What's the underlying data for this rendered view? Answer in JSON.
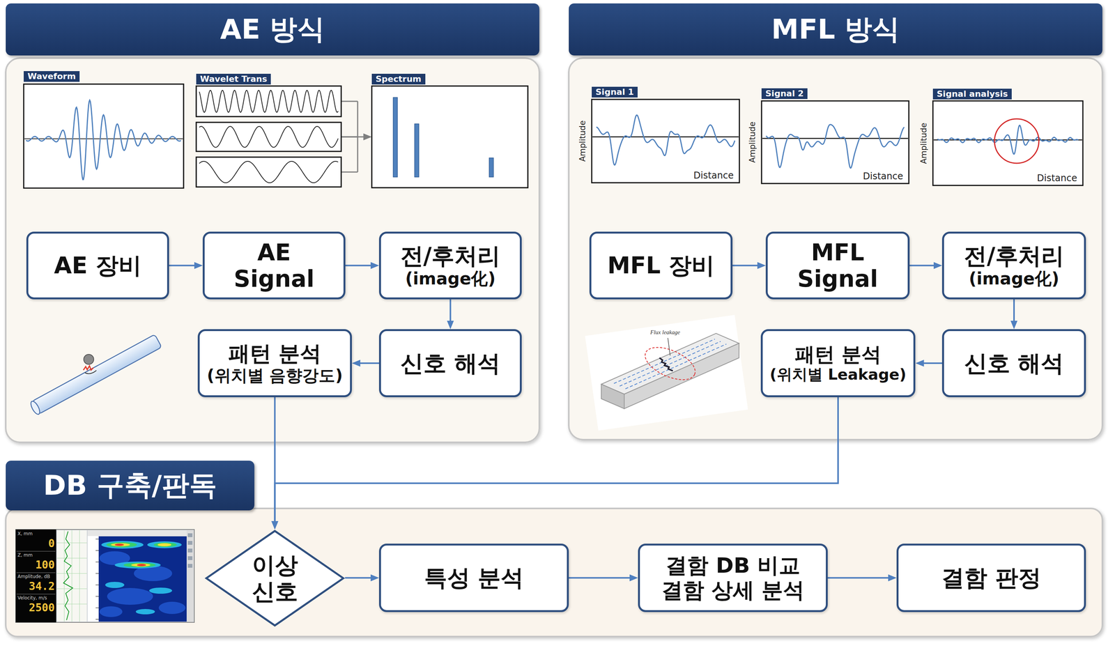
{
  "diagram": {
    "nodes": [
      {
        "text": [
          "AE 방식"
        ]
      },
      {
        "text": [
          "Waveform"
        ],
        "in": 0
      },
      {
        "text": [
          "Wavelet Trans"
        ],
        "in": 0
      },
      {
        "text": [
          "Spectrum"
        ],
        "in": 0
      },
      {
        "text": [
          "AE 장비"
        ],
        "in": 0
      },
      {
        "text": [
          "AE Signal"
        ],
        "in": 0
      },
      {
        "text": [
          "전/후처리",
          "(image化)"
        ],
        "in": 0
      },
      {
        "text": [
          "신호 해석"
        ],
        "in": 0
      },
      {
        "text": [
          "패턴 분석",
          "(위치별 음향강도)"
        ],
        "in": 0
      },
      {
        "text": [
          "MFL 방식"
        ]
      },
      {
        "text": [
          "Signal 1",
          "Amplitude",
          "Distance"
        ],
        "in": 9
      },
      {
        "text": [
          "Signal 2",
          "Amplitude",
          "Distance"
        ],
        "in": 9
      },
      {
        "text": [
          "Signal analysis",
          "Amplitude",
          "Distance"
        ],
        "in": 9
      },
      {
        "text": [
          "MFL 장비"
        ],
        "in": 9
      },
      {
        "text": [
          "MFL Signal"
        ],
        "in": 9
      },
      {
        "text": [
          "전/후처리",
          "(image化)"
        ],
        "in": 9
      },
      {
        "text": [
          "신호 해석"
        ],
        "in": 9
      },
      {
        "text": [
          "패턴 분석",
          "(위치별 Leakage)"
        ],
        "in": 9
      },
      {
        "text": [
          "DB 구축/판독"
        ]
      },
      {
        "text": [
          "이상 신호"
        ],
        "in": 18
      },
      {
        "text": [
          "특성 분석"
        ],
        "in": 18
      },
      {
        "text": [
          "결함 DB 비교",
          "결함 상세 분석"
        ],
        "in": 18
      },
      {
        "text": [
          "결함 판정"
        ],
        "in": 18
      }
    ],
    "edges": [
      {
        "from": 2,
        "to": 3,
        "arrow": "to"
      },
      {
        "from": 4,
        "to": 5,
        "arrow": "to"
      },
      {
        "from": 5,
        "to": 6,
        "arrow": "to"
      },
      {
        "from": 6,
        "to": 7,
        "arrow": "to"
      },
      {
        "from": 7,
        "to": 8,
        "arrow": "to"
      },
      {
        "from": 13,
        "to": 14,
        "arrow": "to"
      },
      {
        "from": 14,
        "to": 15,
        "arrow": "to"
      },
      {
        "from": 15,
        "to": 16,
        "arrow": "to"
      },
      {
        "from": 16,
        "to": 17,
        "arrow": "to"
      },
      {
        "from": 8,
        "to": 19,
        "arrow": "to"
      },
      {
        "from": 17,
        "to": 19,
        "arrow": "to"
      },
      {
        "from": 19,
        "to": 20,
        "arrow": "to"
      },
      {
        "from": 20,
        "to": 21,
        "arrow": "to"
      },
      {
        "from": 21,
        "to": 22,
        "arrow": "to"
      }
    ],
    "labels": [
      "Flux leakage",
      "X, mm",
      "0",
      "Z, mm",
      "100",
      "Amplitude, dB",
      "34.2",
      "Velocity, m/s",
      "2500"
    ]
  }
}
